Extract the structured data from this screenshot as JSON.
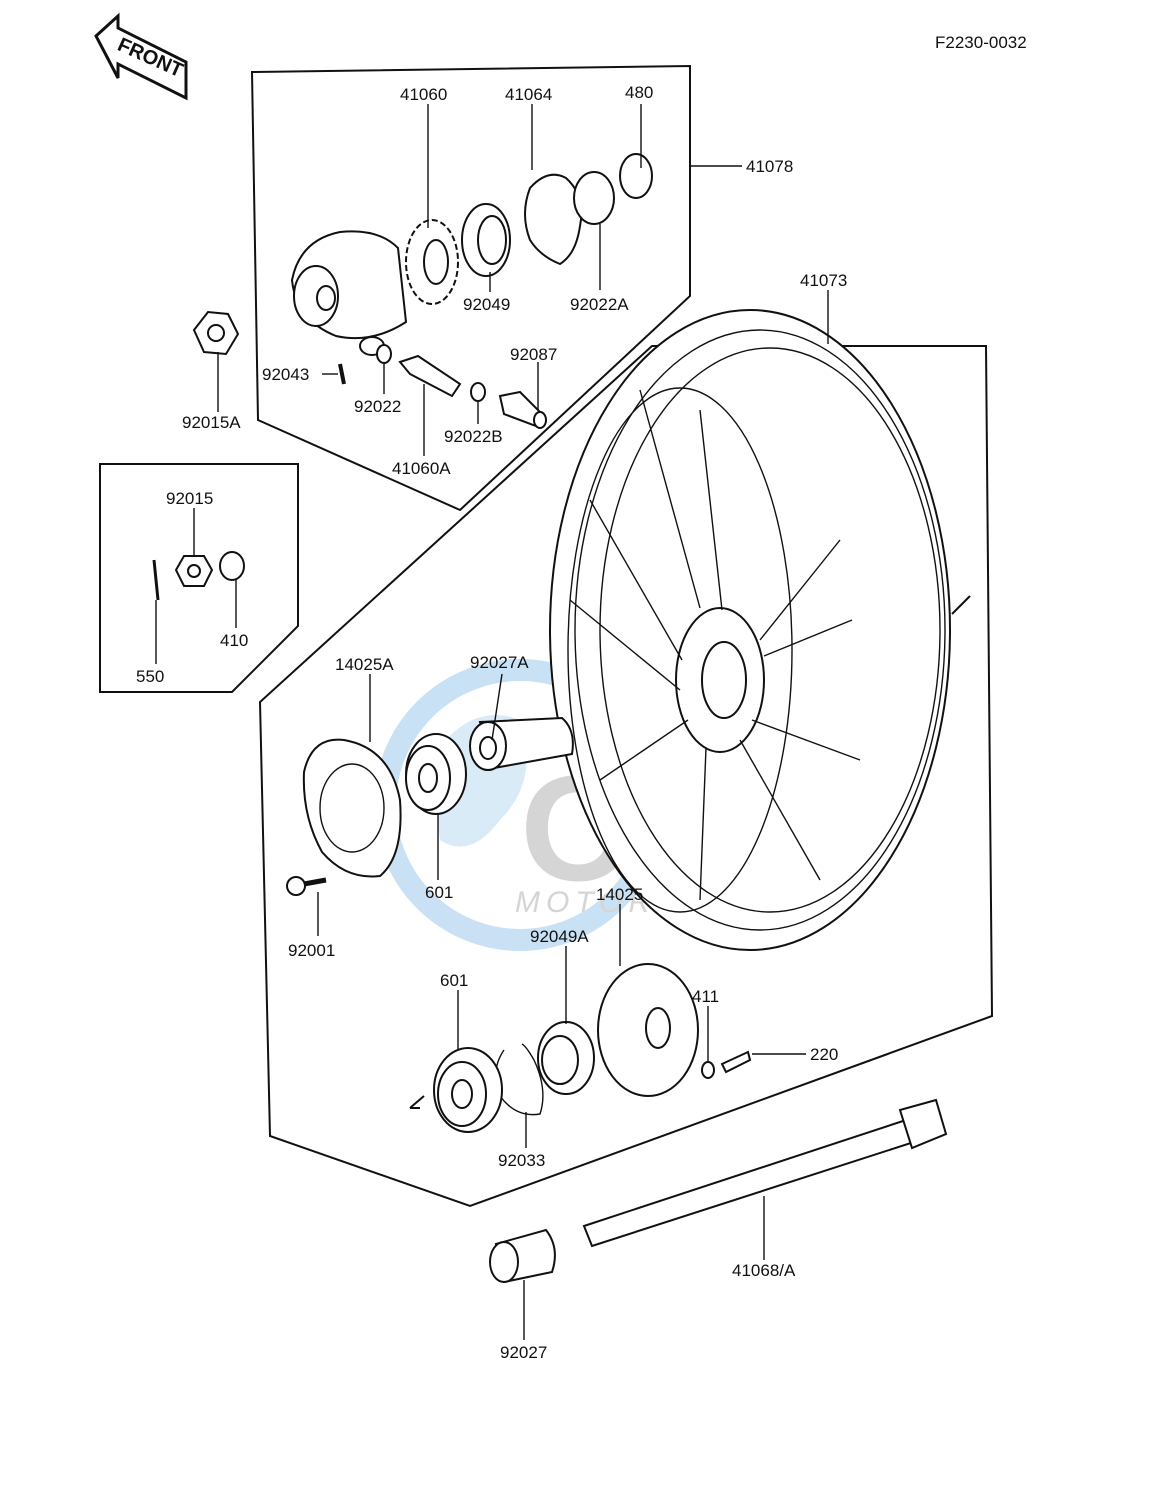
{
  "doc_code": "F2230-0032",
  "front_badge": "FRONT",
  "watermark": {
    "logo_text": "OSM",
    "sub_text": "MOTORPARTS",
    "colors": {
      "blue": "#9ec9ec",
      "grey": "#b4b4b4"
    }
  },
  "labels": {
    "p41060": "41060",
    "p41064": "41064",
    "p480": "480",
    "p41078": "41078",
    "p92049": "92049",
    "p92022A": "92022A",
    "p41073": "41073",
    "p92087": "92087",
    "p92043": "92043",
    "p92022": "92022",
    "p92022B": "92022B",
    "p41060A": "41060A",
    "p92015A": "92015A",
    "p92015": "92015",
    "p410": "410",
    "p550": "550",
    "p14025A": "14025A",
    "p92027A": "92027A",
    "p601a": "601",
    "p92001": "92001",
    "p14025": "14025",
    "p92049A": "92049A",
    "p601b": "601",
    "p411": "411",
    "p220": "220",
    "p92033": "92033",
    "p41068A": "41068/A",
    "p92027": "92027"
  }
}
